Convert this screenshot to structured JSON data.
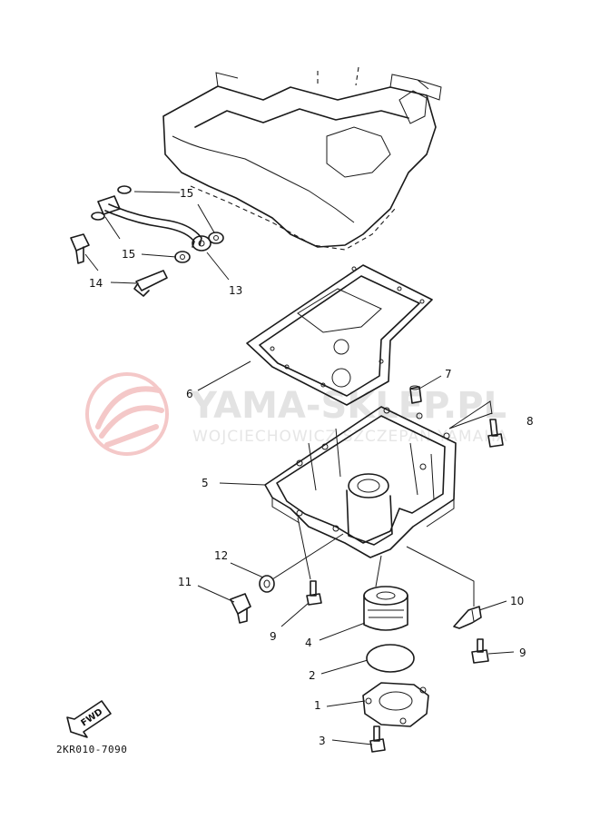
{
  "diagram": {
    "drawing_code": "2KR010-7090",
    "direction_marker": "FWD",
    "watermark": {
      "title": "YAMA-SKLEP.PL",
      "subtitle": "WOJCIECHOWICZ SZCZEPAN YAMAHA"
    },
    "callouts": [
      {
        "id": "c1",
        "label": "1"
      },
      {
        "id": "c2",
        "label": "2"
      },
      {
        "id": "c3",
        "label": "3"
      },
      {
        "id": "c4",
        "label": "4"
      },
      {
        "id": "c5",
        "label": "5"
      },
      {
        "id": "c6",
        "label": "6"
      },
      {
        "id": "c7",
        "label": "7"
      },
      {
        "id": "c8",
        "label": "8"
      },
      {
        "id": "c9a",
        "label": "9"
      },
      {
        "id": "c9b",
        "label": "9"
      },
      {
        "id": "c10",
        "label": "10"
      },
      {
        "id": "c11",
        "label": "11"
      },
      {
        "id": "c12",
        "label": "12"
      },
      {
        "id": "c13",
        "label": "13"
      },
      {
        "id": "c14",
        "label": "14"
      },
      {
        "id": "c15a",
        "label": "15"
      },
      {
        "id": "c15b",
        "label": "15"
      }
    ]
  }
}
